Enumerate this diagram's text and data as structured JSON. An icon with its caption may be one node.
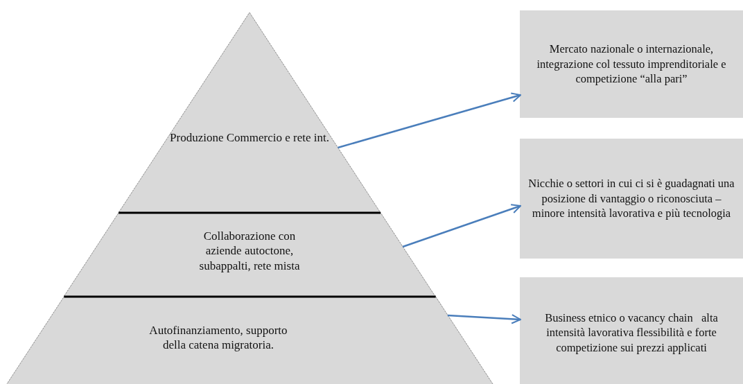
{
  "diagram": {
    "nodes": [
      {
        "text": [
          "Produzione Commercio e rete int."
        ]
      },
      {
        "text": [
          "Collaborazione con aziende autoctone, subappalti, rete mista"
        ]
      },
      {
        "text": [
          "Autofinanziamento, supporto della catena migratoria."
        ]
      },
      {
        "text": [
          "Mercato nazionale o internazionale, integrazione col tessuto imprenditoriale e competizione “alla pari”"
        ]
      },
      {
        "text": [
          "Nicchie o settori in cui ci si è guadagnati una posizione di vantaggio o riconosciuta – minore intensità lavorativa e più tecnologia"
        ]
      },
      {
        "text": [
          "Business etnico o vacancy chain   alta intensità lavorativa flessibilità e forte competizione sui prezzi applicati"
        ]
      }
    ],
    "edges": [
      {
        "from": 0,
        "to": 3,
        "arrow": "to"
      },
      {
        "from": 1,
        "to": 4,
        "arrow": "to"
      },
      {
        "from": 2,
        "to": 5,
        "arrow": "to"
      }
    ]
  }
}
